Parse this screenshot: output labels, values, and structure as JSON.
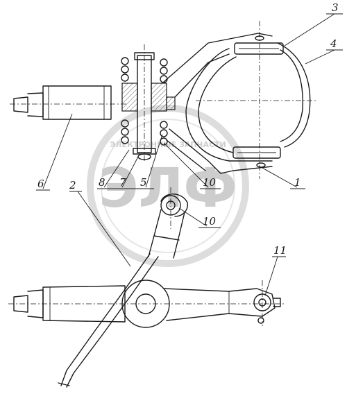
{
  "watermark": {
    "logo_text": "ЭЛФ",
    "ring_text": "ЭЛЕКТРОННЫЕ ЗАПЧАСТИ"
  },
  "callouts": [
    {
      "id": "3",
      "label": "3"
    },
    {
      "id": "4",
      "label": "4"
    },
    {
      "id": "6",
      "label": "6"
    },
    {
      "id": "2",
      "label": "2"
    },
    {
      "id": "8",
      "label": "8"
    },
    {
      "id": "7",
      "label": "7"
    },
    {
      "id": "5",
      "label": "5"
    },
    {
      "id": "10a",
      "label": "10"
    },
    {
      "id": "1",
      "label": "1"
    },
    {
      "id": "10b",
      "label": "10"
    },
    {
      "id": "11",
      "label": "11"
    }
  ],
  "colors": {
    "ink": "#1a1a1a",
    "watermark": "#b9b9b9",
    "paper": "#ffffff"
  }
}
